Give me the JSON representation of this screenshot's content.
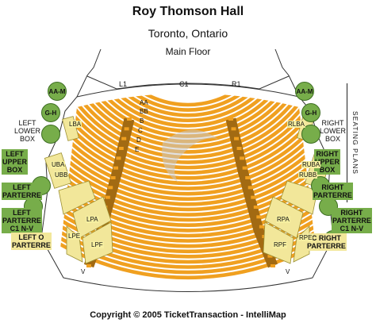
{
  "header": {
    "title": "Roy Thomson Hall",
    "location": "Toronto, Ontario",
    "level": "Main Floor"
  },
  "footer": {
    "copyright": "Copyright © 2005 TicketTransaction - IntelliMap"
  },
  "side_note": "SEATING PLANS",
  "stage_labels": {
    "l1": "L1",
    "c1": "C1",
    "r1": "R1"
  },
  "row_letters_left": [
    "AA",
    "BB",
    "B",
    "C",
    "D",
    "E"
  ],
  "row_letter_v": "V",
  "row_letter_v_right": "V",
  "circles": {
    "aa_m_left": "AA-M",
    "g_h_left": "G-H",
    "aa_m_right": "AA-M",
    "g_h_right": "G-H"
  },
  "left_sections": {
    "lower_box": "LEFT\nLOWER\nBOX",
    "upper_box": "LEFT\nUPPER\nBOX",
    "parterre": "LEFT\nPARTERRE",
    "parterre_c1nv": "LEFT\nPARTERRE\nC1 N-V",
    "parterre_lower": "LEFT O\nPARTERRE"
  },
  "right_sections": {
    "lower_box": "RIGHT\nLOWER\nBOX",
    "upper_box": "RIGHT\nUPPER\nBOX",
    "parterre": "RIGHT\nPARTERRE",
    "parterre_c1nv": "RIGHT\nPARTERRE\nC1 N-V",
    "parterre_lower": "C RIGHT\nPARTERRE"
  },
  "block_labels": {
    "lba": "LBA",
    "uba": "UBA",
    "ubb": "UBB",
    "lpa": "LPA",
    "lpe": "LPE",
    "lpf": "LPF",
    "rlba": "RLBA",
    "ruba": "RUBA",
    "rubb": "RUBB",
    "rpa": "RPA",
    "rpe": "RPE",
    "rpf": "RPF"
  },
  "colors": {
    "orchestra": "#f0a020",
    "orchestra_stroke": "#b77300",
    "box_yellow": "#f2e79a",
    "box_yellow_stroke": "#9c9033",
    "circle_green": "#77ad4a",
    "aisle_brown": "#a26a12"
  }
}
